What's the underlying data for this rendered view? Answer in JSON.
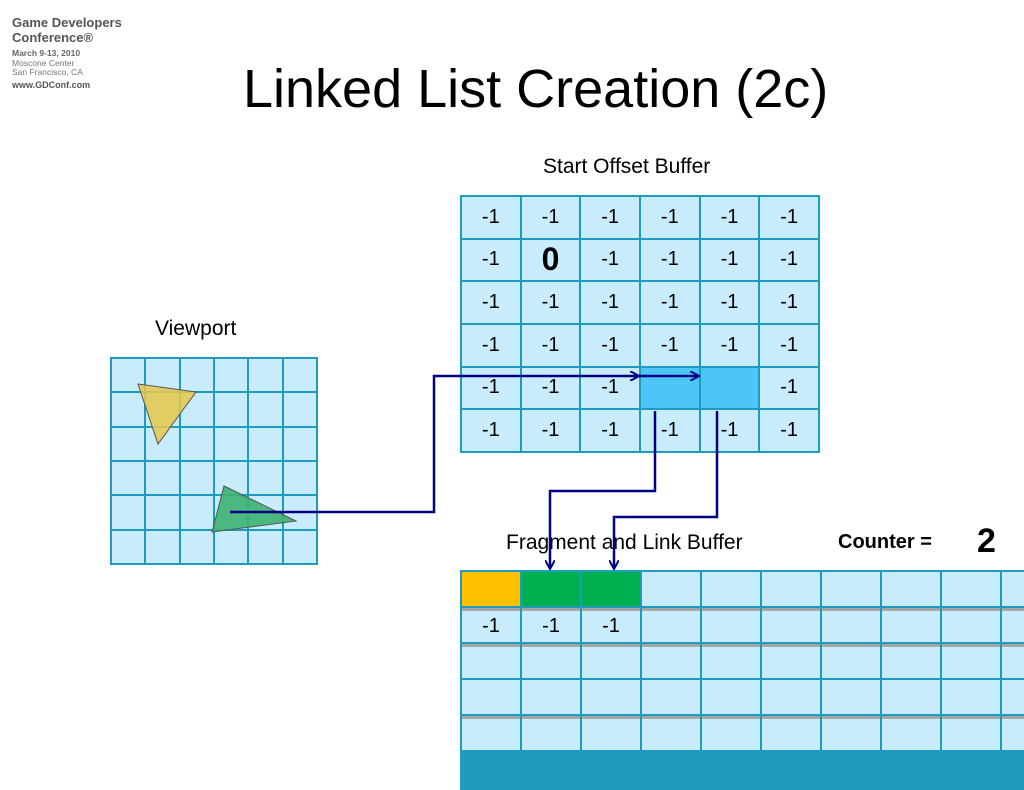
{
  "logo": {
    "line1": "Game Developers",
    "line2": "Conference®",
    "line3": "March 9-13, 2010",
    "line4": "Moscone Center",
    "line5": "San Francisco, CA",
    "line6": "www.GDConf.com"
  },
  "title": "Linked List Creation (2c)",
  "labels": {
    "start_offset_buffer": "Start Offset Buffer",
    "viewport": "Viewport",
    "fragment_link_buffer": "Fragment and Link Buffer",
    "counter": "Counter =",
    "counter_value": "2"
  },
  "start_offset_buffer": {
    "rows": [
      [
        "-1",
        "-1",
        "-1",
        "-1",
        "-1",
        "-1"
      ],
      [
        "-1",
        "0",
        "-1",
        "-1",
        "-1",
        "-1"
      ],
      [
        "-1",
        "-1",
        "-1",
        "-1",
        "-1",
        "-1"
      ],
      [
        "-1",
        "-1",
        "-1",
        "-1",
        "-1",
        "-1"
      ],
      [
        "-1",
        "-1",
        "-1",
        "",
        "",
        "-1"
      ],
      [
        "-1",
        "-1",
        "-1",
        "-1",
        "-1",
        "-1"
      ]
    ],
    "highlight_cells": [
      [
        4,
        3
      ],
      [
        4,
        4
      ]
    ],
    "bold_cell": [
      1,
      1
    ]
  },
  "fragment_link_buffer": {
    "row_values": [
      "-1",
      "-1",
      "-1",
      "",
      "",
      "",
      "",
      "",
      "",
      ""
    ],
    "filled_cells": [
      {
        "col": 0,
        "color": "#ffc000"
      },
      {
        "col": 1,
        "color": "#00b050"
      },
      {
        "col": 2,
        "color": "#00b050"
      }
    ]
  },
  "colors": {
    "grid_line": "#1e9bbf",
    "cell": "#c8ecfb",
    "highlight": "#4cc6f7",
    "arrow": "#000080",
    "triangle_yellow": "#e6c84a",
    "triangle_green": "#3cb371"
  }
}
